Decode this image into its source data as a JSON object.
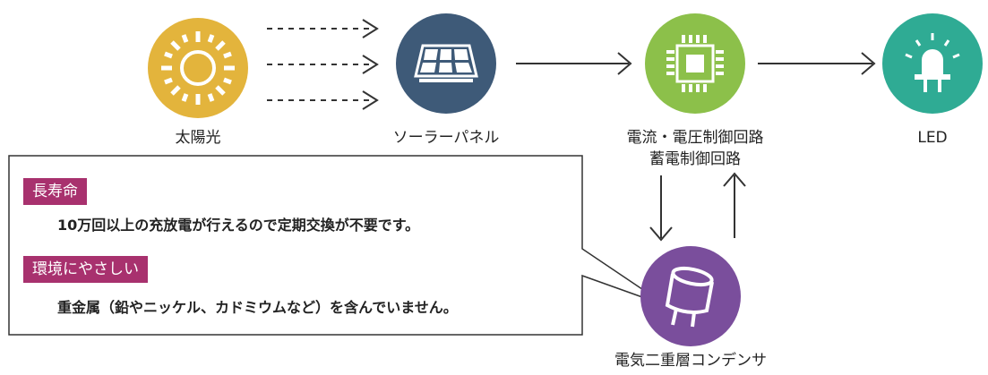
{
  "nodes": {
    "sun": {
      "label": "太陽光",
      "color": "#e3b43c"
    },
    "panel": {
      "label": "ソーラーパネル",
      "color": "#3e5a78"
    },
    "controller": {
      "label_line1": "電流・電圧制御回路",
      "label_line2": "蓄電制御回路",
      "color": "#8cc04a"
    },
    "led": {
      "label": "LED",
      "color": "#2fab94"
    },
    "capacitor": {
      "label": "電気二重層コンデンサ",
      "color": "#7a4e9c"
    }
  },
  "callout": {
    "items": [
      {
        "tag": "長寿命",
        "text": "10万回以上の充放電が行えるので定期交換が不要です。"
      },
      {
        "tag": "環境にやさしい",
        "text": "重金属（鉛やニッケル、カドミウムなど）を含んでいません。"
      }
    ],
    "tag_color": "#a8316e"
  }
}
